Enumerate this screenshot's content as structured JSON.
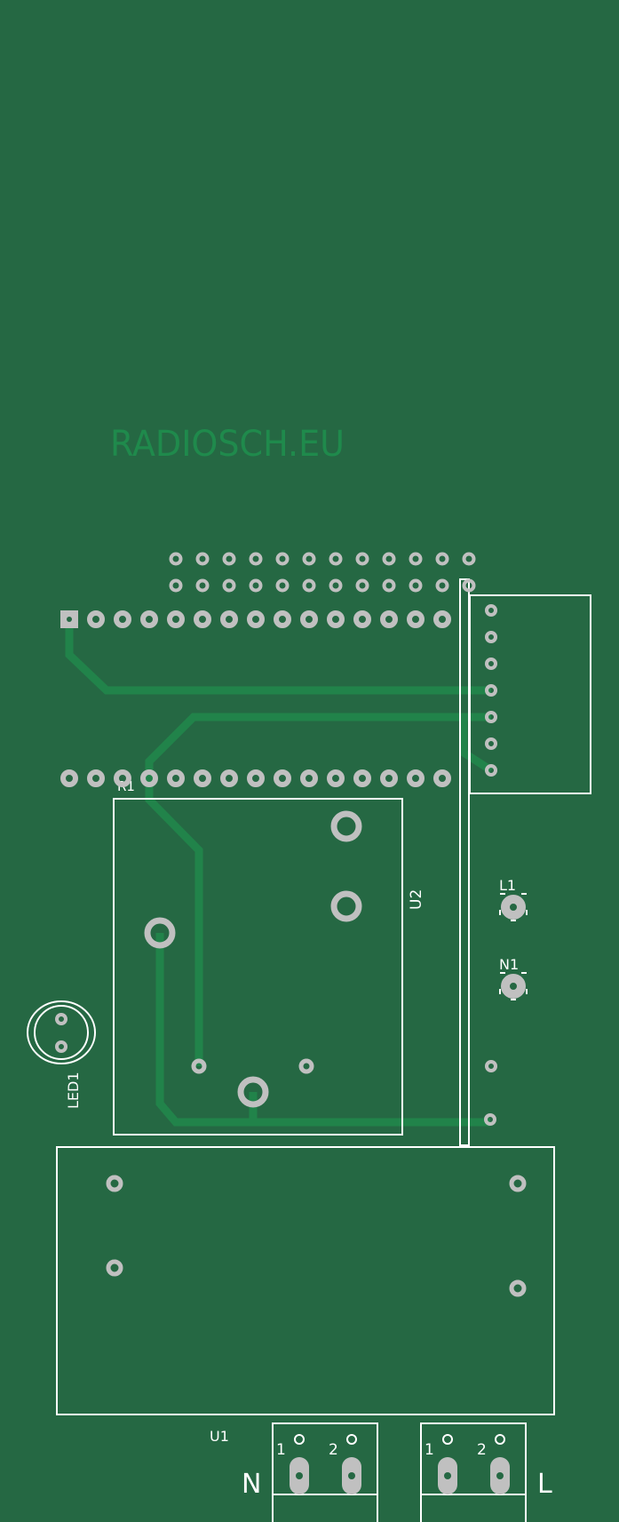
{
  "board": {
    "background_color": "#256843",
    "trace_color": "#21834a",
    "pad_color": "#c0c0c0",
    "silkscreen_color": "#ffffff",
    "logo_text": "RADIOSCH.EU"
  },
  "labels": {
    "r1": "R1",
    "u2": "U2",
    "l1": "L1",
    "n1": "N1",
    "led1": "LED1",
    "u1": "U1",
    "terminal_n": "N",
    "terminal_l": "L",
    "pin1": "1",
    "pin2": "2"
  }
}
